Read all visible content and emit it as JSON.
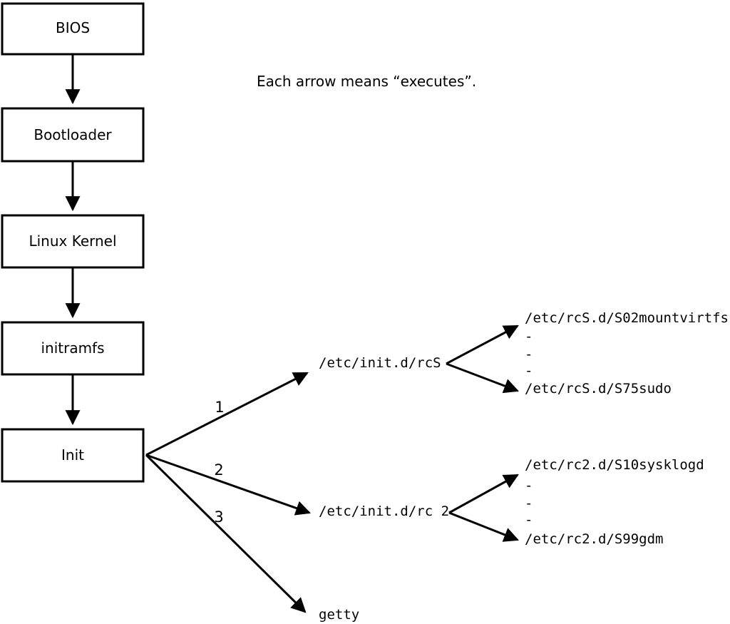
{
  "note": "Each arrow means “executes”.",
  "colors": {
    "ink": "#000000",
    "background": "#ffffff",
    "box_fill": "#ffffff"
  },
  "boot_chain": [
    {
      "label": "BIOS"
    },
    {
      "label": "Bootloader"
    },
    {
      "label": "Linux Kernel"
    },
    {
      "label": "initramfs"
    },
    {
      "label": "Init"
    }
  ],
  "init_branches": [
    {
      "order": "1",
      "target": "/etc/init.d/rcS"
    },
    {
      "order": "2",
      "target": "/etc/init.d/rc 2"
    },
    {
      "order": "3",
      "target": "getty"
    }
  ],
  "rcS_scripts": {
    "first": "/etc/rcS.d/S02mountvirtfs",
    "ellipsis": [
      "-",
      "-",
      "-"
    ],
    "last": "/etc/rcS.d/S75sudo"
  },
  "rc2_scripts": {
    "first": "/etc/rc2.d/S10sysklogd",
    "ellipsis": [
      "-",
      "-",
      "-"
    ],
    "last": "/etc/rc2.d/S99gdm"
  }
}
